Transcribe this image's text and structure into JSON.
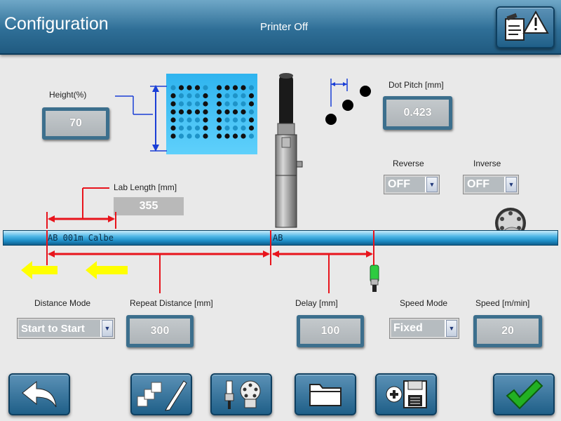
{
  "header": {
    "title": "Configuration",
    "status": "Printer Off",
    "alert_icon": "notes-warning-icon"
  },
  "print_preview": {
    "text": "AB"
  },
  "height": {
    "label": "Height(%)",
    "value": "70"
  },
  "dot_pitch": {
    "label": "Dot Pitch [mm]",
    "value": "0.423"
  },
  "reverse": {
    "label": "Reverse",
    "value": "OFF"
  },
  "inverse": {
    "label": "Inverse",
    "value": "OFF"
  },
  "lab_length": {
    "label": "Lab Length [mm]",
    "value": "355"
  },
  "conveyor": {
    "label_1": "AB 001m Calbe",
    "label_2": "AB"
  },
  "distance_mode": {
    "label": "Distance Mode",
    "value": "Start to Start"
  },
  "repeat_distance": {
    "label": "Repeat Distance [mm]",
    "value": "300"
  },
  "delay": {
    "label": "Delay [mm]",
    "value": "100"
  },
  "speed_mode": {
    "label": "Speed Mode",
    "value": "Fixed"
  },
  "speed": {
    "label": "Speed [m/min]",
    "value": "20"
  },
  "toolbar": {
    "back_icon": "back-arrow-icon",
    "edit_icon": "edit-pencil-icon",
    "sensor_icon": "sensor-encoder-icon",
    "folder_icon": "folder-icon",
    "save_icon": "save-add-icon",
    "confirm_icon": "checkmark-icon"
  },
  "colors": {
    "header": "#2f6f97",
    "accent_red": "#e8141c",
    "accent_blue": "#1a3fd6",
    "arrow_yellow": "#ffff00",
    "confirm_green": "#22b022"
  }
}
